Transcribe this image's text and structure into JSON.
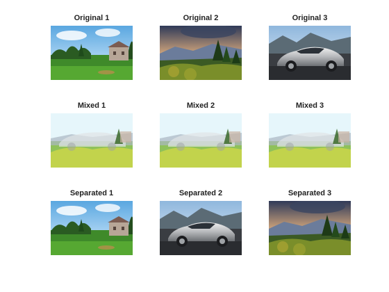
{
  "figure": {
    "panels": [
      {
        "title": "Original 1",
        "image": "farm-landscape"
      },
      {
        "title": "Original 2",
        "image": "mountain-forest"
      },
      {
        "title": "Original 3",
        "image": "silver-car"
      },
      {
        "title": "Mixed 1",
        "image": "mixed-blend"
      },
      {
        "title": "Mixed 2",
        "image": "mixed-blend"
      },
      {
        "title": "Mixed 3",
        "image": "mixed-blend"
      },
      {
        "title": "Separated 1",
        "image": "farm-landscape"
      },
      {
        "title": "Separated 2",
        "image": "silver-car"
      },
      {
        "title": "Separated 3",
        "image": "mountain-forest"
      }
    ]
  }
}
